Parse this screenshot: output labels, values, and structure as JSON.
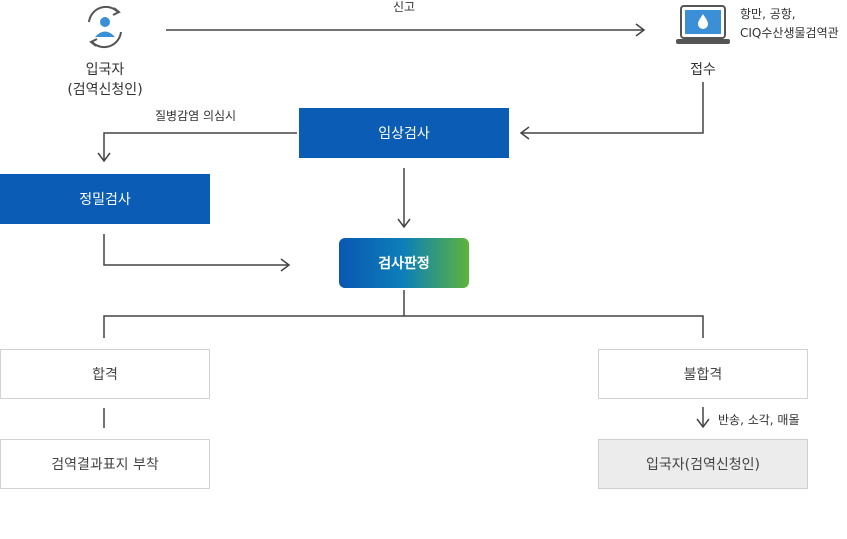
{
  "nodes": {
    "immigrant_label": "입국자",
    "immigrant_sub": "(검역신청인)",
    "report_label": "신고",
    "reception_label": "접수",
    "agencies_line1": "항만, 공항,",
    "agencies_line2": "CIQ수산생물검역관",
    "clinical_exam": "임상검사",
    "disease_suspect": "질병감염 의심시",
    "detailed_exam": "정밀검사",
    "judgement": "검사판정",
    "pass": "합격",
    "fail": "불합격",
    "certificate": "검역결과표지 부착",
    "disposal": "반송, 소각, 매몰",
    "return_immigrant": "입국자(검역신청인)"
  },
  "colors": {
    "primary_blue": "#0a5cb4",
    "gradient_green": "#5db43a",
    "line": "#444444",
    "icon_blue": "#3a8fd6"
  },
  "icons": [
    "person-cycle-icon",
    "laptop-drop-icon"
  ]
}
